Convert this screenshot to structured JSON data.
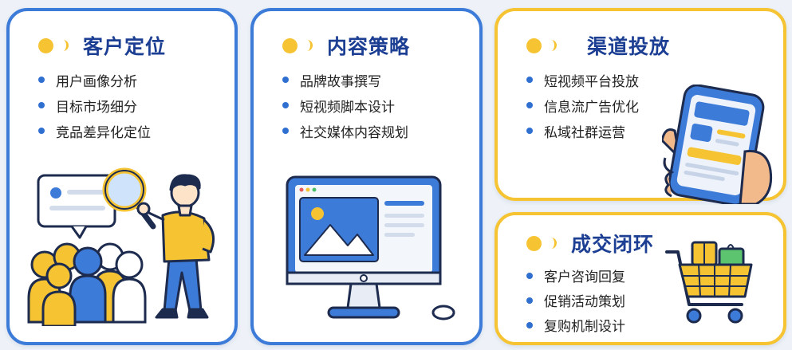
{
  "cards": [
    {
      "title": "客户定位",
      "items": [
        "用户画像分析",
        "目标市场细分",
        "竞品差异化定位"
      ]
    },
    {
      "title": "内容策略",
      "items": [
        "品牌故事撰写",
        "短视频脚本设计",
        "社交媒体内容规划"
      ]
    },
    {
      "title": "渠道投放",
      "items": [
        "短视频平台投放",
        "信息流广告优化",
        "私域社群运营"
      ]
    },
    {
      "title": "成交闭环",
      "items": [
        "客户咨询回复",
        "促销活动策划",
        "复购机制设计"
      ]
    }
  ],
  "icons": {
    "card1": "people-with-magnifier-illustration",
    "card2": "desktop-monitor-illustration",
    "card3": "smartphone-in-hand-illustration",
    "card4": "shopping-cart-illustration",
    "title_marker": "yellow-dot-with-crescent"
  },
  "colors": {
    "primary_border": "#3d7bd9",
    "accent_border": "#f6c433",
    "title": "#1c3f94",
    "bullet": "#2f6fd0"
  }
}
